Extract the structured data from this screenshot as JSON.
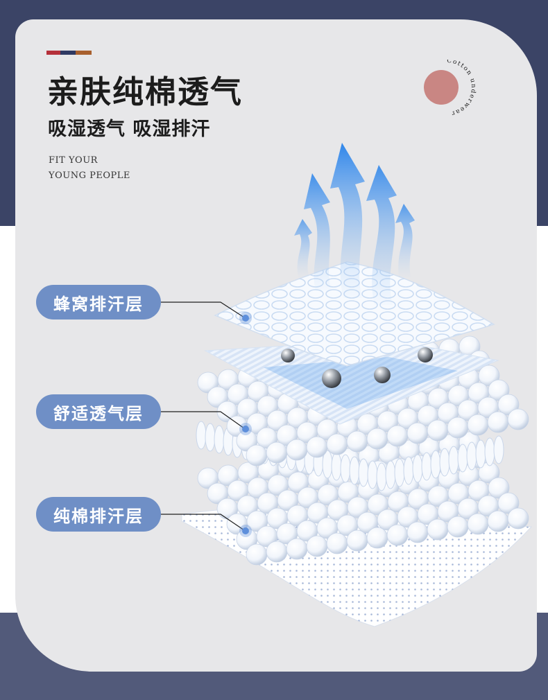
{
  "title": "亲肤纯棉透气",
  "subtitle": "吸湿透气 吸湿排汗",
  "english": {
    "line1": "FIT YOUR",
    "line2": "YOUNG PEOPLE"
  },
  "badge": {
    "text": "Cotton underwear",
    "icon": "cotton-badge-icon"
  },
  "layers": [
    {
      "label": "蜂窝排汗层"
    },
    {
      "label": "舒适透气层"
    },
    {
      "label": "纯棉排汗层"
    }
  ],
  "colors": {
    "band_top": "#3b4466",
    "band_bottom": "#525a7a",
    "card": "#e7e7e9",
    "label_bg": "#6f8fc6",
    "stripe_red": "#b5303a",
    "stripe_navy": "#2f3a63",
    "stripe_brown": "#a8602e",
    "badge_circle": "#c98683",
    "arrow_blue": "#2f86ea"
  }
}
